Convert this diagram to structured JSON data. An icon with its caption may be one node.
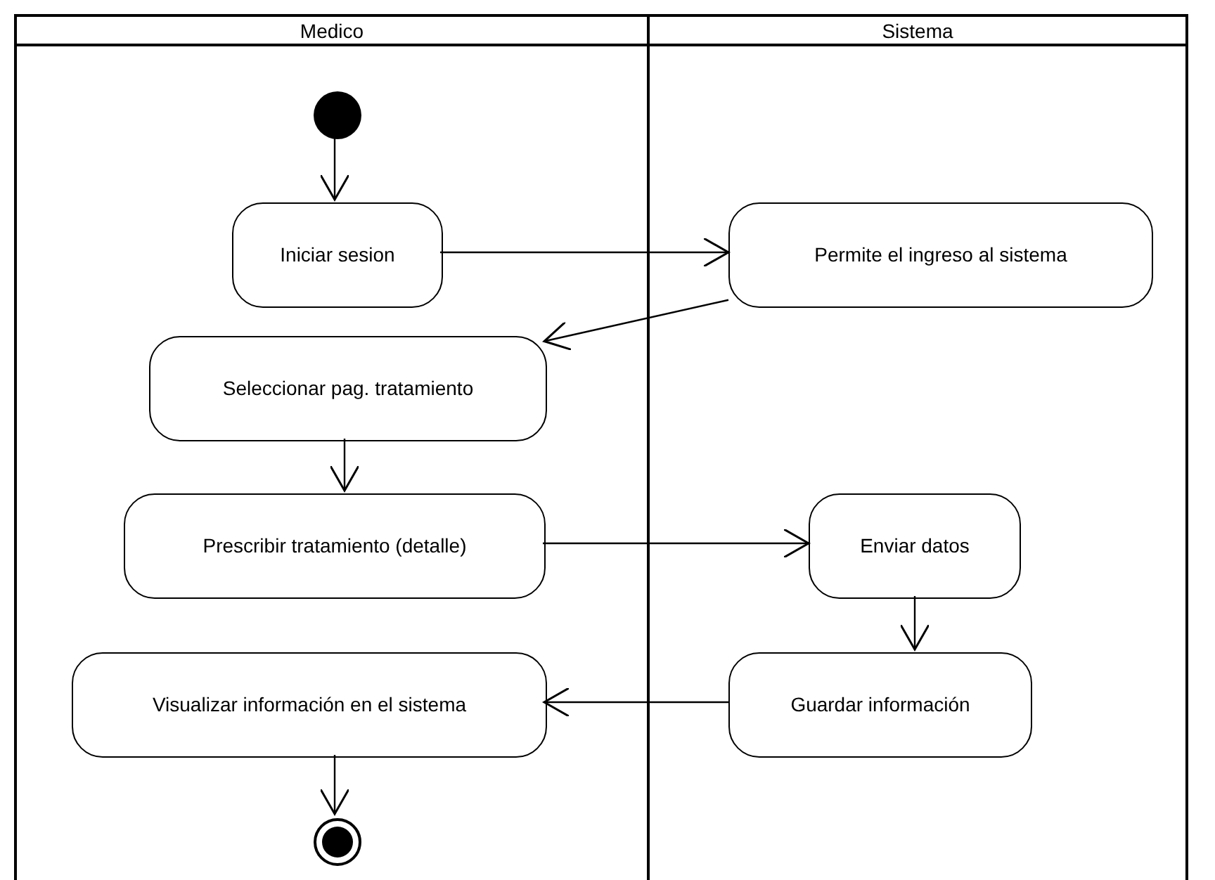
{
  "diagram": {
    "nodes": [
      {
        "text": [
          "Medico"
        ]
      },
      {
        "text": [
          "Sistema"
        ]
      },
      {
        "text": [],
        "shape": "circle",
        "in": 0
      },
      {
        "text": [
          "Iniciar sesion"
        ],
        "in": 0
      },
      {
        "text": [
          "Permite el ingreso al sistema"
        ],
        "in": 1
      },
      {
        "text": [
          "Seleccionar pag. tratamiento"
        ],
        "in": 0
      },
      {
        "text": [
          "Prescribir tratamiento (detalle)"
        ],
        "in": 0
      },
      {
        "text": [
          "Enviar datos"
        ],
        "in": 1
      },
      {
        "text": [
          "Guardar información"
        ],
        "in": 1
      },
      {
        "text": [
          "Visualizar información en el sistema"
        ],
        "in": 0
      },
      {
        "text": [],
        "shape": "bullseye",
        "in": 0
      }
    ],
    "edges": [
      {
        "from": 2,
        "to": 3,
        "arrow": "to"
      },
      {
        "from": 3,
        "to": 4,
        "arrow": "to"
      },
      {
        "from": 4,
        "to": 5,
        "arrow": "to"
      },
      {
        "from": 5,
        "to": 6,
        "arrow": "to"
      },
      {
        "from": 6,
        "to": 7,
        "arrow": "to"
      },
      {
        "from": 7,
        "to": 8,
        "arrow": "to"
      },
      {
        "from": 8,
        "to": 9,
        "arrow": "to"
      },
      {
        "from": 9,
        "to": 10,
        "arrow": "to"
      }
    ]
  }
}
